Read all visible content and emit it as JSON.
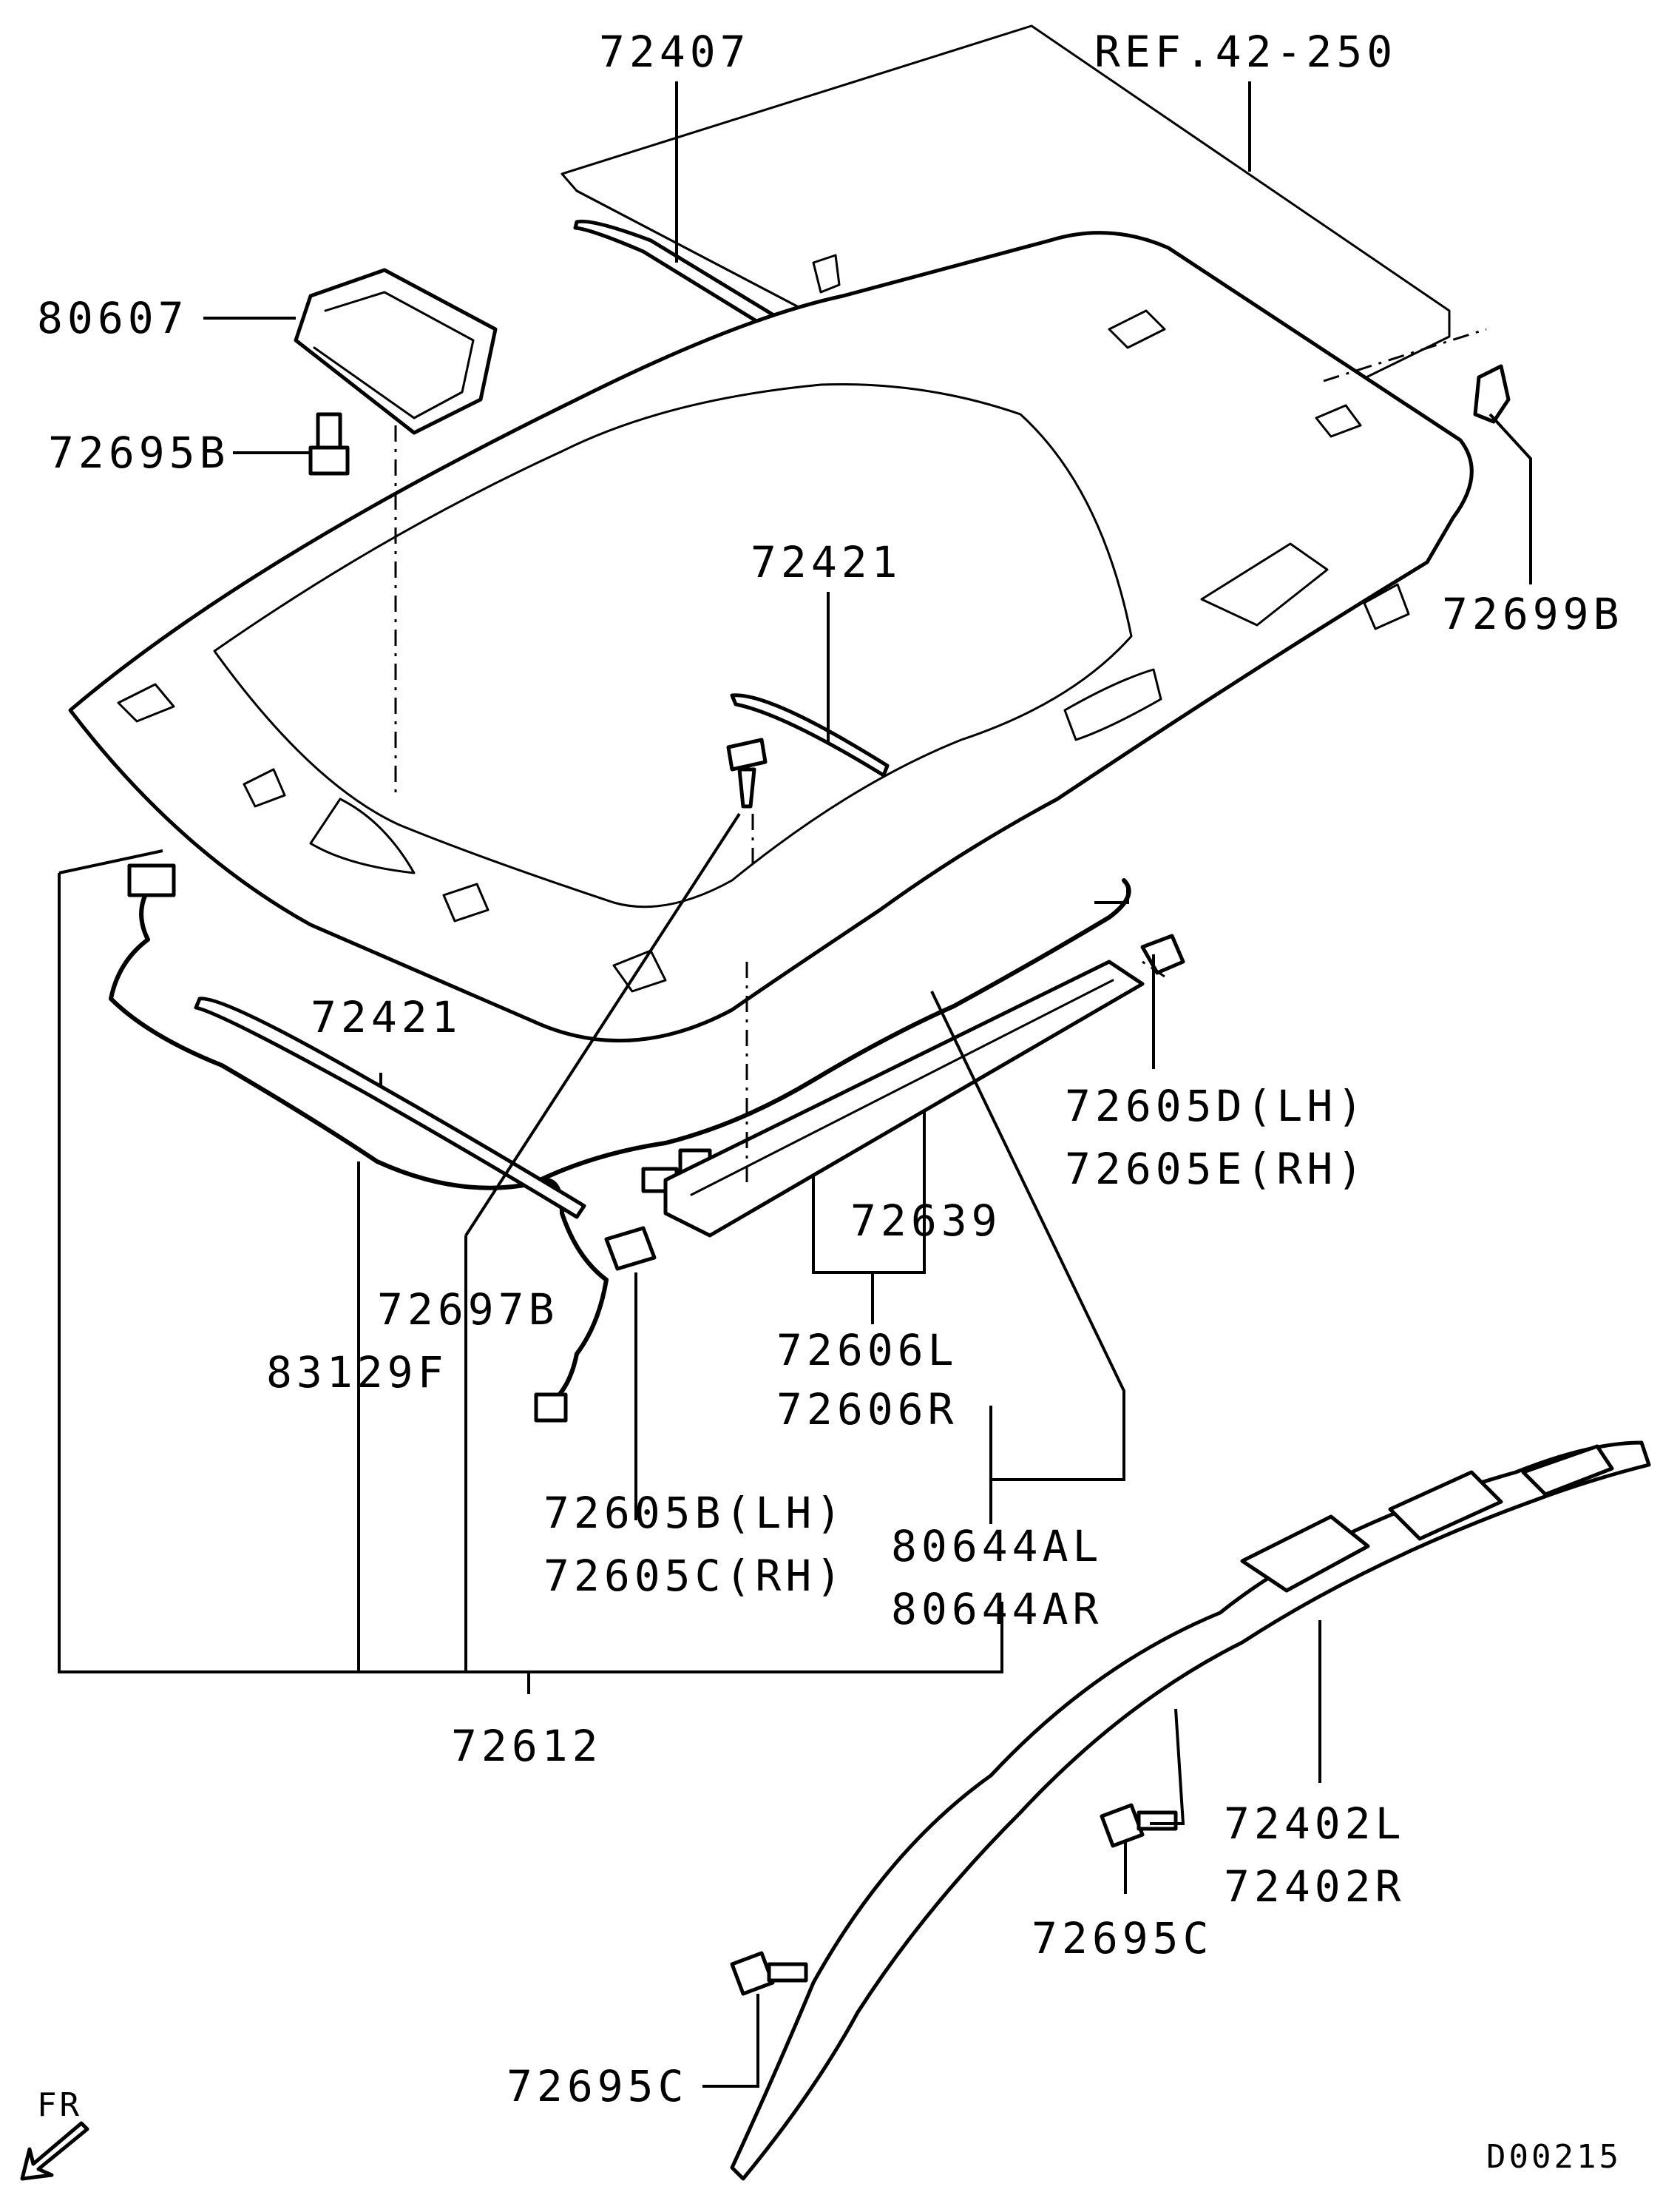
{
  "labels": {
    "p72407": "72407",
    "ref": "REF.42-250",
    "p80607": "80607",
    "p72695B": "72695B",
    "p72421_top": "72421",
    "p72699B": "72699B",
    "p72421_left": "72421",
    "p72605D": "72605D(LH)",
    "p72605E": "72605E(RH)",
    "p72639": "72639",
    "p72697B": "72697B",
    "p83129F": "83129F",
    "p72606L": "72606L",
    "p72606R": "72606R",
    "p72605B": "72605B(LH)",
    "p72605C": "72605C(RH)",
    "p80644AL": "80644AL",
    "p80644AR": "80644AR",
    "p72612": "72612",
    "p72402L": "72402L",
    "p72402R": "72402R",
    "p72695C_right": "72695C",
    "p72695C_left": "72695C",
    "fr": "FR",
    "code": "D00215"
  }
}
